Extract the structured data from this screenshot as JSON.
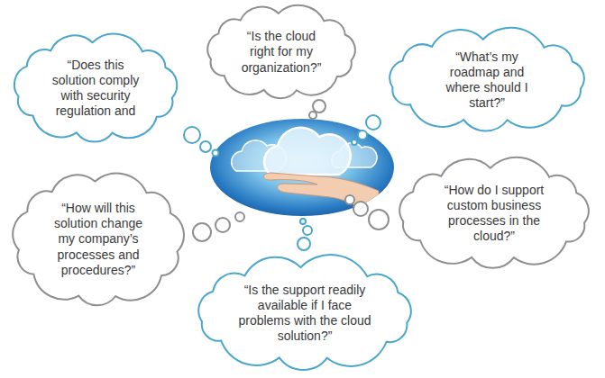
{
  "diagram": {
    "nodes": [
      {
        "text": [
          "“Is the cloud right for my organization?”"
        ]
      },
      {
        "text": [
          "“Does this solution comply with security regulation and"
        ]
      },
      {
        "text": [
          "“What’s my roadmap and where should I start?”"
        ]
      },
      {
        "text": [
          "“How will this solution change my company’s processes and procedures?”"
        ]
      },
      {
        "text": [
          "“How do I support custom business processes in the cloud?”"
        ]
      },
      {
        "text": [
          "“Is the support readily available if I face problems with the cloud solution?”"
        ]
      }
    ]
  }
}
